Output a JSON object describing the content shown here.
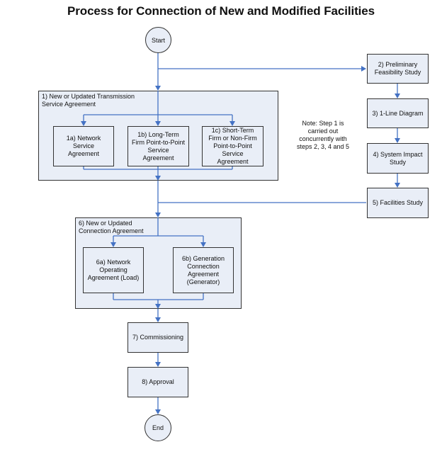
{
  "title": "Process for Connection of New and Modified Facilities",
  "colors": {
    "fill": "#e9eef7",
    "border": "#333333",
    "connector": "#4472c4"
  },
  "nodes": {
    "start": "Start",
    "end": "End",
    "group1": "1) New or Updated Transmission\n    Service Agreement",
    "step1a": "1a) Network\nService\nAgreement",
    "step1b": "1b) Long-Term\nFirm Point-to-Point\nService\nAgreement",
    "step1c": "1c) Short-Term\nFirm or Non-Firm\nPoint-to-Point\nService\nAgreement",
    "step2": "2) Preliminary\nFeasibility Study",
    "step3": "3) 1-Line Diagram",
    "step4": "4) System Impact\nStudy",
    "step5": "5) Facilities Study",
    "group6": "6) New or Updated\n    Connection Agreement",
    "step6a": "6a) Network\nOperating\nAgreement (Load)",
    "step6b": "6b) Generation\nConnection\nAgreement\n(Generator)",
    "step7": "7) Commissioning",
    "step8": "8) Approval"
  },
  "note": "Note: Step 1 is\ncarried out\nconcurrently with\nsteps 2, 3, 4 and 5"
}
